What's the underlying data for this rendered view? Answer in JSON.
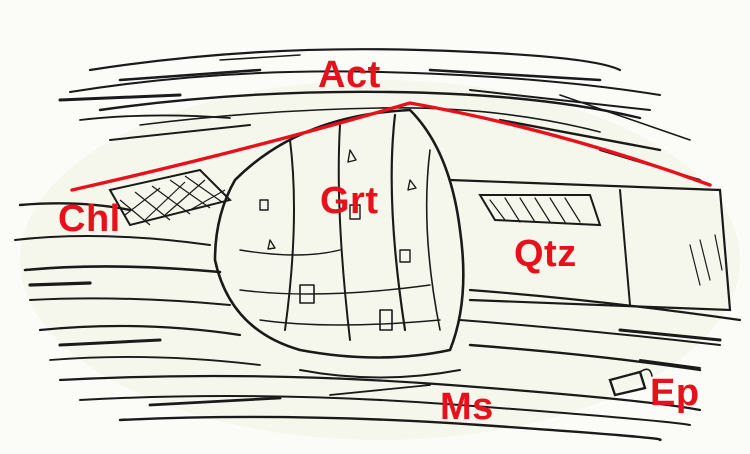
{
  "diagram": {
    "labels": {
      "act": "Act",
      "grt": "Grt",
      "chl": "Chl",
      "qtz": "Qtz",
      "ms": "Ms",
      "ep": "Ep"
    },
    "colors": {
      "label": "#e8101a",
      "outline": "#e8101a",
      "ink": "#1a1a1a",
      "paper": "#fbfbf8",
      "tint": "#eef0d8"
    }
  }
}
